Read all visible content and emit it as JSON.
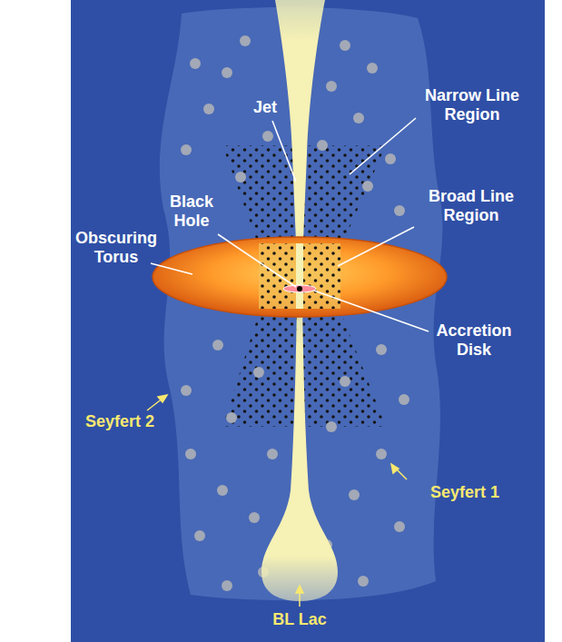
{
  "diagram": {
    "labels": [
      "Jet",
      "Narrow Line Region",
      "Black Hole",
      "Broad Line Region",
      "Obscuring Torus",
      "Accretion Disk",
      "Seyfert 2",
      "Seyfert 1",
      "BL Lac"
    ]
  }
}
